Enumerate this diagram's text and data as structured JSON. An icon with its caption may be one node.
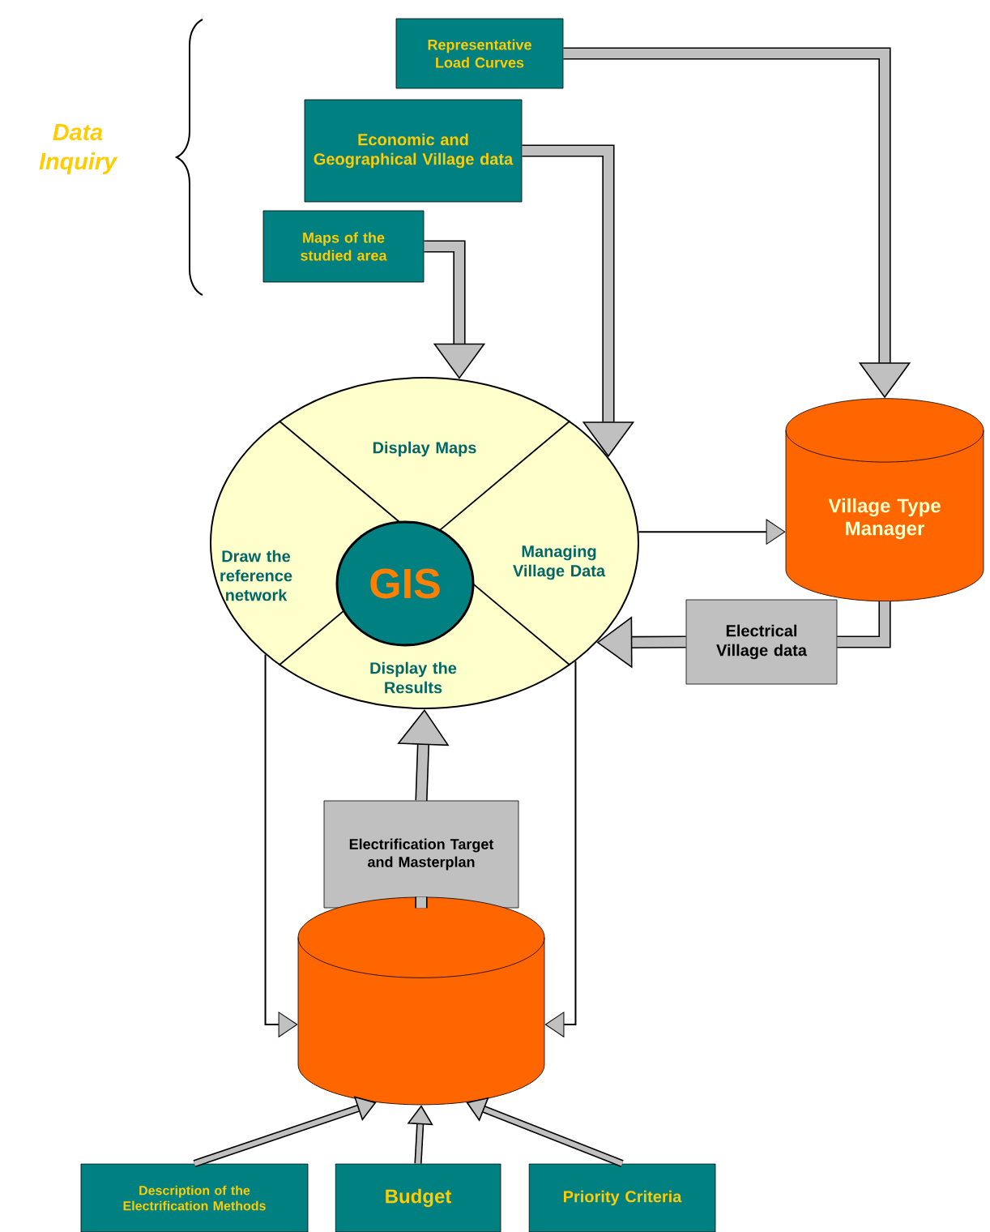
{
  "diagram": {
    "nodes": [
      {
        "text": [
          "Representative Load Curves"
        ]
      },
      {
        "text": [
          "Economic and Geographical Village data"
        ]
      },
      {
        "text": [
          "Maps of the studied area"
        ]
      },
      {
        "text": [
          "Display Maps",
          "Draw the reference network",
          "Managing Village Data",
          "Display the Results"
        ]
      },
      {
        "text": [
          "GIS"
        ],
        "in": 3
      },
      {
        "text": [
          "Village Type Manager"
        ]
      },
      {
        "text": [
          "Electrical Village data"
        ]
      },
      {
        "text": [
          "Electrification Target and Masterplan"
        ]
      },
      {
        "text": [],
        "shape": "cylinder"
      },
      {
        "text": [
          "Description of the Electrification Methods"
        ]
      },
      {
        "text": [
          "Budget"
        ]
      },
      {
        "text": [
          "Priority Criteria"
        ]
      }
    ],
    "edges": [
      {
        "from": 0,
        "to": 5,
        "arrow": "to"
      },
      {
        "from": 1,
        "to": 3,
        "arrow": "to"
      },
      {
        "from": 2,
        "to": 3,
        "arrow": "to"
      },
      {
        "from": 3,
        "to": 5,
        "arrow": "to",
        "color": "#000000"
      },
      {
        "from": 5,
        "to": 6,
        "arrow": "none"
      },
      {
        "from": 6,
        "to": 3,
        "arrow": "to"
      },
      {
        "from": 8,
        "to": 7,
        "arrow": "none"
      },
      {
        "from": 7,
        "to": 3,
        "arrow": "to"
      },
      {
        "from": 3,
        "to": 8,
        "arrow": "to",
        "color": "#000000"
      },
      {
        "from": 3,
        "to": 8,
        "arrow": "to",
        "color": "#000000"
      },
      {
        "from": 9,
        "to": 8,
        "arrow": "to"
      },
      {
        "from": 10,
        "to": 8,
        "arrow": "to"
      },
      {
        "from": 11,
        "to": 8,
        "arrow": "to"
      }
    ],
    "labels": [
      "Data Inquiry"
    ]
  }
}
